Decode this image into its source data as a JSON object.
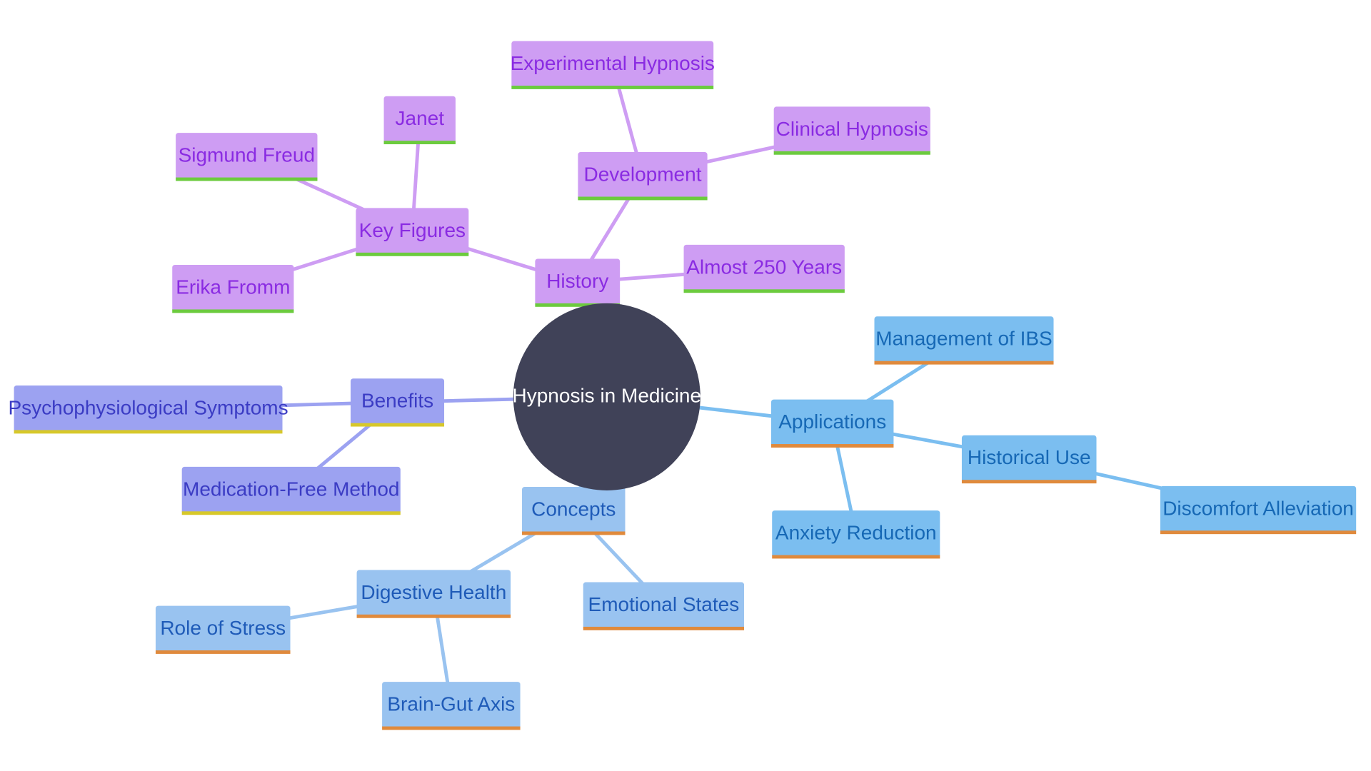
{
  "center": {
    "label": "Hypnosis in Medicine",
    "color": "#404258"
  },
  "branches": {
    "history": {
      "fill": "#CE9DF3",
      "text": "#8A2BE2",
      "underline": "#6CCB3E",
      "edge": "#CE9DF3",
      "label": "History",
      "children": {
        "key_figures": "Key Figures",
        "sigmund_freud": "Sigmund Freud",
        "janet": "Janet",
        "erika_fromm": "Erika Fromm",
        "development": "Development",
        "experimental_hypnosis": "Experimental Hypnosis",
        "clinical_hypnosis": "Clinical Hypnosis",
        "almost_250_years": "Almost 250 Years"
      }
    },
    "benefits": {
      "fill": "#9CA2F1",
      "text": "#3B3CC4",
      "underline": "#D7C82A",
      "edge": "#9CA2F1",
      "label": "Benefits",
      "children": {
        "psychophysiological": "Psychophysiological Symptoms",
        "medication_free": "Medication-Free Method"
      }
    },
    "concepts": {
      "fill": "#99C3F0",
      "text": "#1F5BB8",
      "underline": "#E08A3C",
      "edge": "#99C3F0",
      "label": "Concepts",
      "children": {
        "digestive_health": "Digestive Health",
        "role_of_stress": "Role of Stress",
        "brain_gut_axis": "Brain-Gut Axis",
        "emotional_states": "Emotional States"
      }
    },
    "applications": {
      "fill": "#7BBEF0",
      "text": "#1668B5",
      "underline": "#E08A3C",
      "edge": "#7BBEF0",
      "label": "Applications",
      "children": {
        "management_ibs": "Management of IBS",
        "historical_use": "Historical Use",
        "discomfort_alleviation": "Discomfort Alleviation",
        "anxiety_reduction": "Anxiety Reduction"
      }
    }
  }
}
